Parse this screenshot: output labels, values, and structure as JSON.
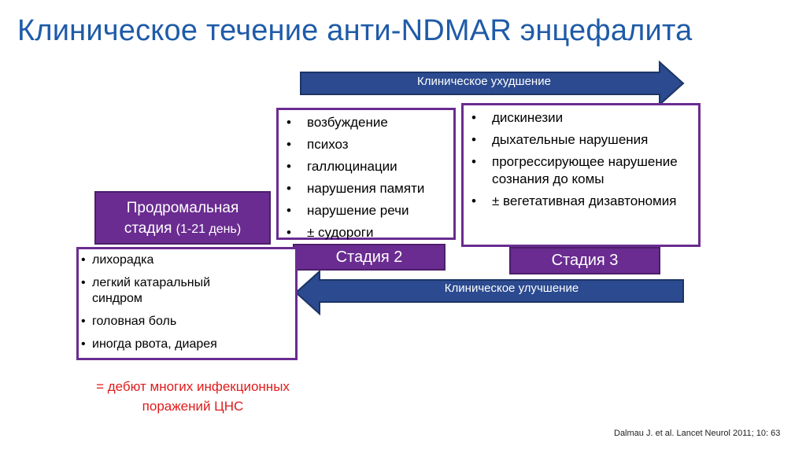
{
  "title": "Клиническое течение анти-NDMAR энцефалита",
  "arrows": {
    "worsening": "Клиническое ухудшение",
    "improvement": "Клиническое улучшение"
  },
  "prodromal": {
    "title_line1": "Продромальная",
    "title_line2": "стадия",
    "duration": "(1-21 день)",
    "items": [
      "лихорадка",
      "легкий катаральный синдром",
      "головная боль",
      "иногда рвота, диарея"
    ]
  },
  "stage2": {
    "label": "Стадия 2",
    "items": [
      "возбуждение",
      "психоз",
      "галлюцинации",
      "нарушения памяти",
      "нарушение речи",
      "± судороги"
    ]
  },
  "stage3": {
    "label": "Стадия 3",
    "items": [
      "дискинезии",
      "дыхательные нарушения",
      "прогрессирующее нарушение сознания до комы",
      "± вегетативная дизавтономия"
    ]
  },
  "note": {
    "line1": "=  дебют многих инфекционных",
    "line2": "поражений ЦНС"
  },
  "citation": "Dalmau J. et al. Lancet Neurol 2011; 10: 63",
  "colors": {
    "title": "#1f5ba8",
    "arrow": "#2b4a8f",
    "stage": "#6a2c91",
    "note": "#e01b1b"
  },
  "bullet": "•"
}
